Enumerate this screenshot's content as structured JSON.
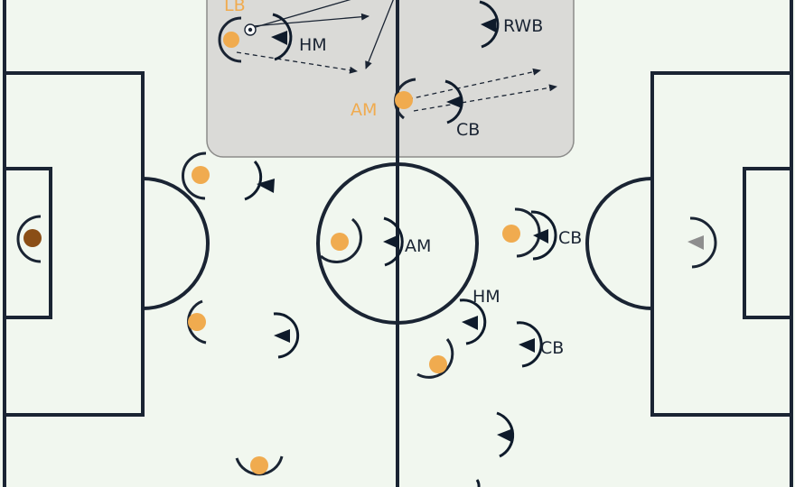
{
  "colors": {
    "pitch": "#f1f7ef",
    "lines": "#1a2433",
    "team_orange": "#f0ab4f",
    "goalkeeper_orange": "#8a4e16",
    "opponent": "#0f1b2b",
    "opponent_goalkeeper": "#8e8e8e",
    "highlight_panel": "#dadad7",
    "label_orange": "#f0ab4f",
    "label_dark": "#1a2433"
  },
  "icons": {
    "ball": "football-icon"
  },
  "labels": {
    "lb": "LB",
    "hm_top": "HM",
    "rwb": "RWB",
    "am_orange": "AM",
    "cb_top": "CB",
    "am_center": "AM",
    "cb_right": "CB",
    "hm_right": "HM",
    "cb_lower": "CB"
  }
}
